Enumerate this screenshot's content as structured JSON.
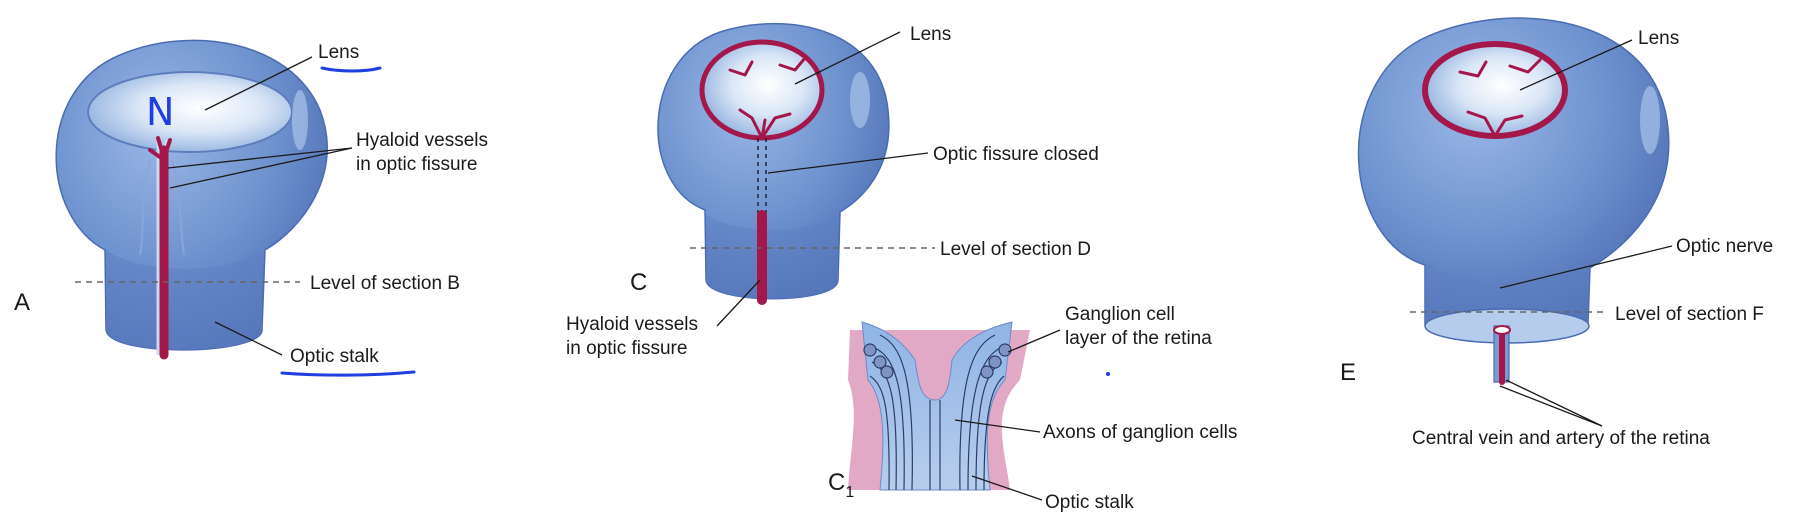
{
  "panels": {
    "A": {
      "letter": "A",
      "lens_label": "Lens",
      "hyaloid_label_1": "Hyaloid vessels",
      "hyaloid_label_2": "in optic fissure",
      "level_label": "Level of section B",
      "stalk_label": "Optic stalk",
      "handwritten_mark": "N"
    },
    "C": {
      "letter": "C",
      "lens_label": "Lens",
      "fissure_label": "Optic fissure closed",
      "level_label": "Level of section D",
      "hyaloid_label_1": "Hyaloid vessels",
      "hyaloid_label_2": "in optic fissure"
    },
    "C1": {
      "letter": "C",
      "subscript": "1",
      "ganglion_label_1": "Ganglion cell",
      "ganglion_label_2": "layer of the retina",
      "axons_label": "Axons of ganglion cells",
      "stalk_label": "Optic stalk"
    },
    "E": {
      "letter": "E",
      "lens_label": "Lens",
      "nerve_label": "Optic nerve",
      "level_label": "Level of section F",
      "central_label": "Central vein and artery of the retina"
    }
  },
  "colors": {
    "eye_blue": "#6f93cf",
    "eye_dark": "#4a6cb0",
    "vessel_red": "#a4174a",
    "stalk_pink": "#e2a9c6",
    "annotation_ink": "#1f3fe0"
  }
}
